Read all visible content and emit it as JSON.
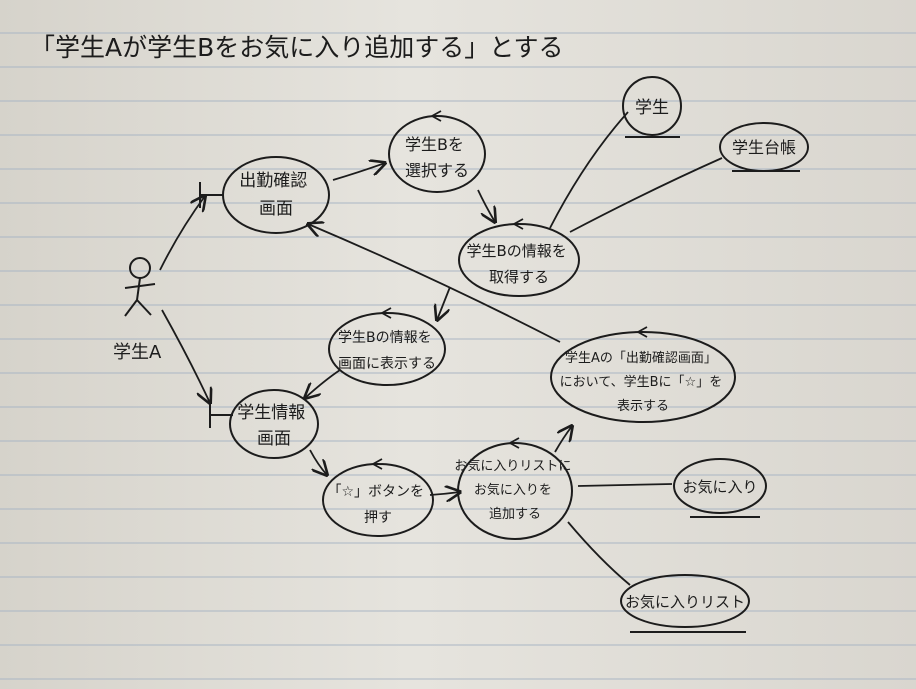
{
  "title": "「学生Aが学生Bをお気に入り追加する」とする",
  "actor": {
    "label": "学生A"
  },
  "boundaries": {
    "attendance_screen": [
      "出勤確認",
      "画面"
    ],
    "student_info_screen": [
      "学生情報",
      "画面"
    ]
  },
  "controls": {
    "select_student_b": [
      "学生Bを",
      "選択する"
    ],
    "get_student_b_info": [
      "学生Bの情報を",
      "取得する"
    ],
    "show_b_info_on_screen": [
      "学生Bの情報を",
      "画面に表示する"
    ],
    "show_star_for_b": [
      "学生Aの「出勤確認画面」",
      "において、学生Bに「☆」を",
      "表示する"
    ],
    "press_star_button": [
      "「☆」ボタンを",
      "押す"
    ],
    "add_to_favorites_list": [
      "お気に入りリストに",
      "お気に入りを",
      "追加する"
    ]
  },
  "entities": {
    "student": "学生",
    "student_register": "学生台帳",
    "favorite": "お気に入り",
    "favorites_list": "お気に入りリスト"
  }
}
